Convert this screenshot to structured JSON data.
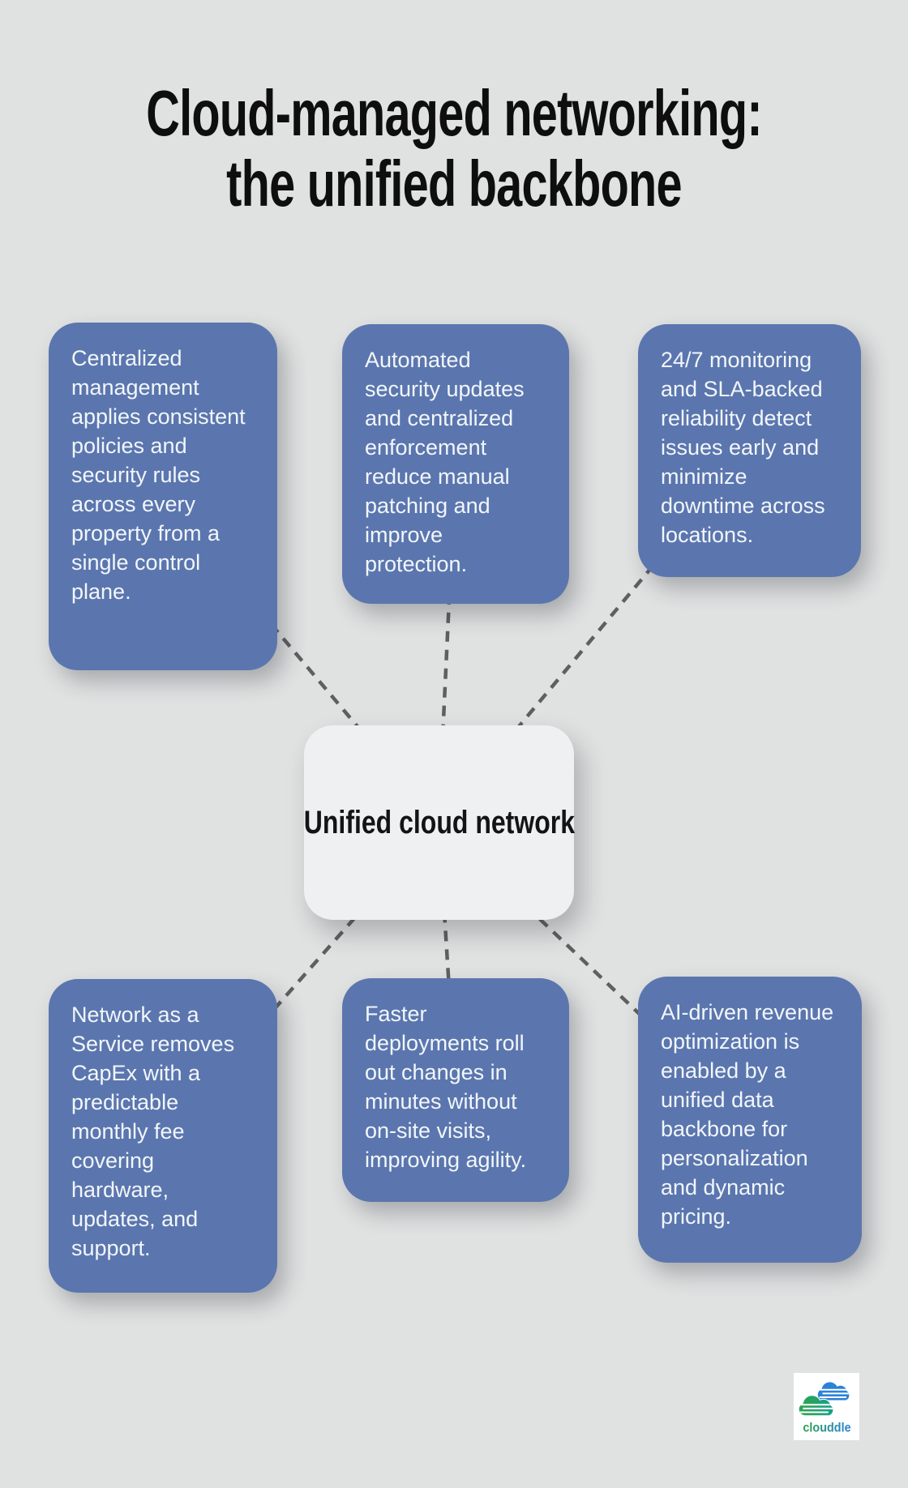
{
  "title": {
    "line1": "Cloud-managed networking:",
    "line2": "the unified backbone"
  },
  "center": {
    "label": "Unified cloud network"
  },
  "nodes": [
    {
      "id": "centralized-management",
      "text": "Centralized management applies consistent policies and security rules across every property from a single control plane."
    },
    {
      "id": "automated-security",
      "text": "Automated security updates and centralized enforcement reduce manual patching and improve protection."
    },
    {
      "id": "monitoring-reliability",
      "text": "24/7 monitoring and SLA-backed reliability detect issues early and minimize downtime across locations."
    },
    {
      "id": "network-as-a-service",
      "text": "Network as a Service removes CapEx with a predictable monthly fee covering hardware, updates, and support."
    },
    {
      "id": "faster-deployments",
      "text": "Faster deployments roll out changes in minutes without on-site visits, improving agility."
    },
    {
      "id": "ai-revenue-optimization",
      "text": "AI-driven revenue optimization is enabled by a unified data backbone for personalization and dynamic pricing."
    }
  ],
  "logo": {
    "text": "clouddle"
  },
  "colors": {
    "bg": "#e0e1e1",
    "node-fill": "#5b76ae",
    "node-text": "#f2f6fa",
    "center-fill": "#eff0f2",
    "center-text": "#141414",
    "title-color": "#0e0e0e",
    "dash": "#5f5f5f",
    "logo-green": "#2fa34c",
    "logo-teal": "#18a189",
    "logo-blue": "#2b82d9"
  }
}
